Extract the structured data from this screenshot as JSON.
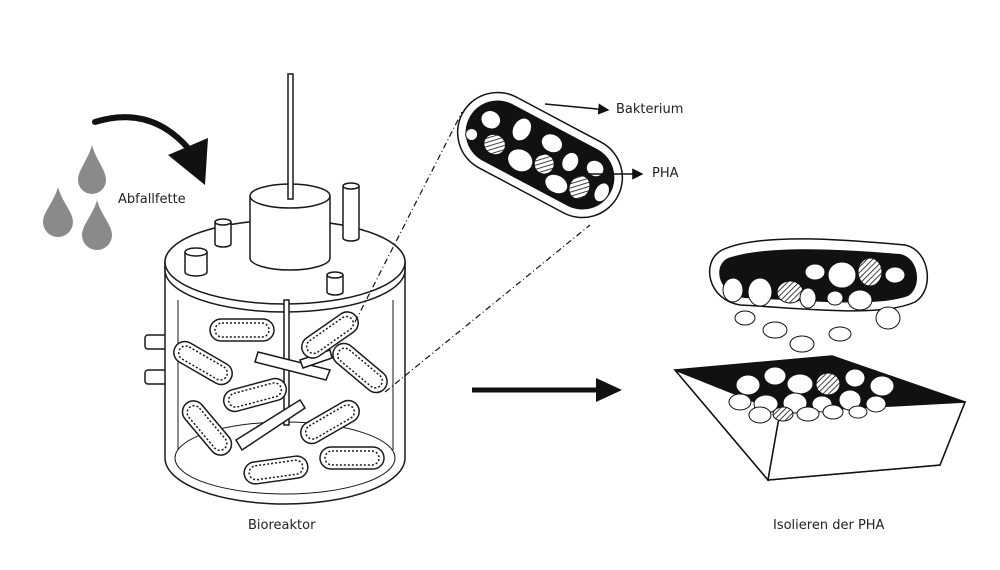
{
  "labels": {
    "waste_fats": "Abfallfette",
    "bioreactor": "Bioreaktor",
    "bacterium": "Bakterium",
    "pha": "PHA",
    "isolation": "Isolieren der PHA"
  },
  "colors": {
    "ink": "#1a1a1a",
    "droplet": "#8a8a8a",
    "cytoplasm": "#111111",
    "granule": "#ffffff"
  }
}
